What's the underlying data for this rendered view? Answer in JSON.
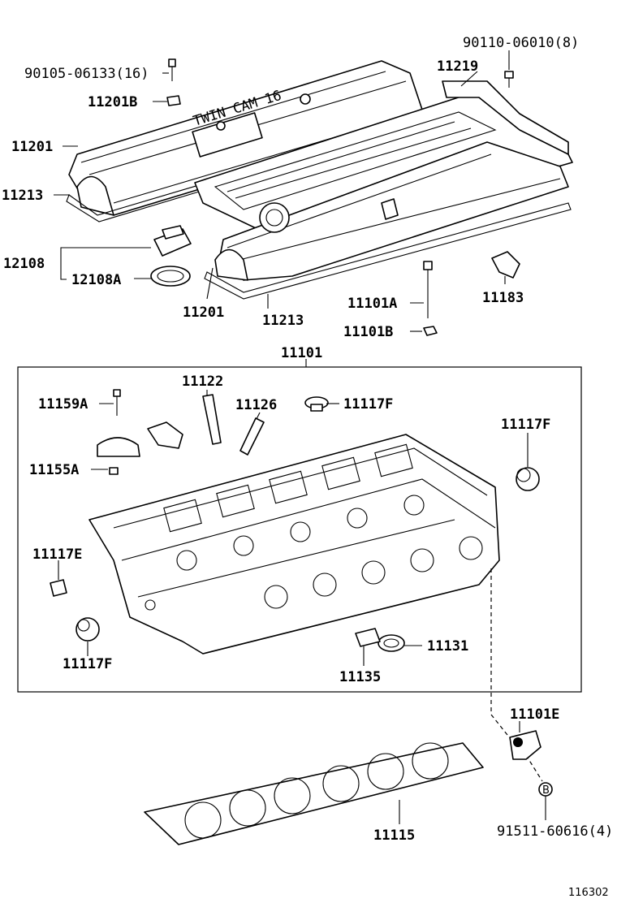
{
  "labels": {
    "p_90105": "90105-06133(16)",
    "p_90110": "90110-06010(8)",
    "p_11219": "11219",
    "p_11201B": "11201B",
    "p_11201_top": "11201",
    "p_11213_top": "11213",
    "p_12108": "12108",
    "p_12108A": "12108A",
    "p_11201_bot": "11201",
    "p_11213_bot": "11213",
    "p_11101A": "11101A",
    "p_11101B": "11101B",
    "p_11183": "11183",
    "p_11101": "11101",
    "p_11122": "11122",
    "p_11159A": "11159A",
    "p_11126": "11126",
    "p_11117F_top": "11117F",
    "p_11117F_right": "11117F",
    "p_11155A": "11155A",
    "p_11117E": "11117E",
    "p_11117F_bot": "11117F",
    "p_11131": "11131",
    "p_11135": "11135",
    "p_11101E": "11101E",
    "p_91511": "91511-60616(4)",
    "p_11115": "11115",
    "callout_b": "B",
    "cover_text": "TWIN CAM 16",
    "figure_id": "116302"
  }
}
